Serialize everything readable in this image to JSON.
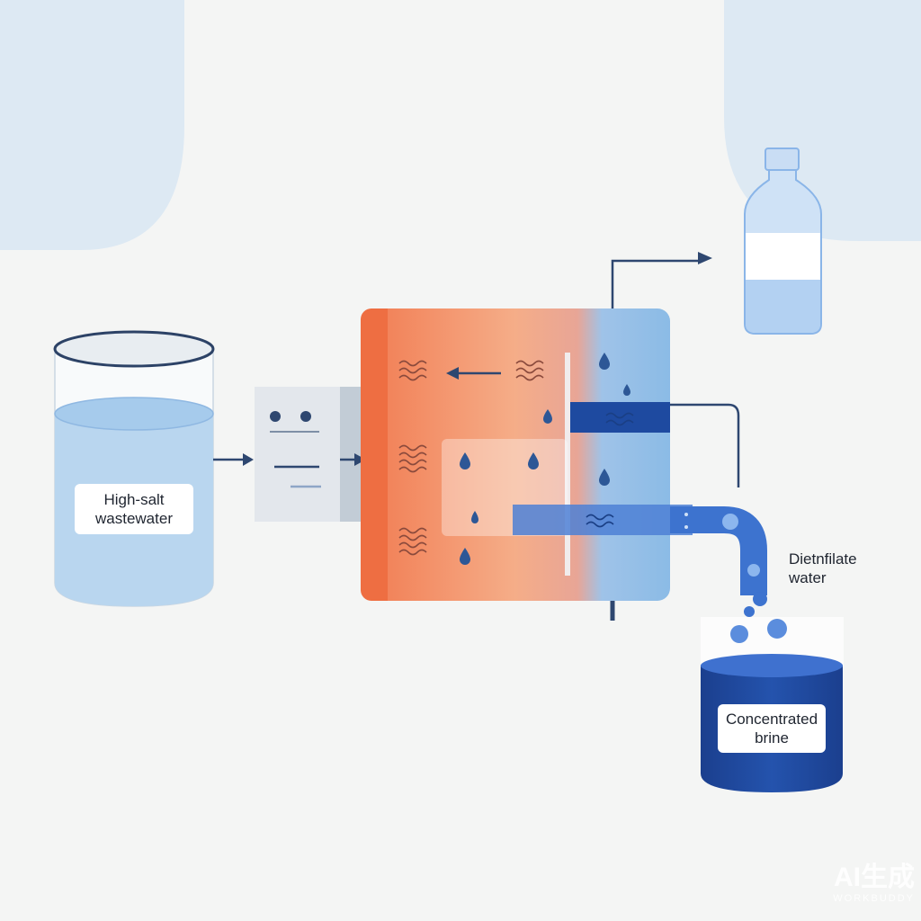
{
  "labels": {
    "high_salt_line1": "High-salt",
    "high_salt_line2": "wastewater",
    "distillate_line1": "Dietnfilate",
    "distillate_line2": "water",
    "brine_line1": "Concentrated",
    "brine_line2": "brine"
  },
  "watermark": {
    "line1": "AI生成",
    "line2": "WORKBUDDY"
  },
  "icons": [
    "wave-icon",
    "droplet-icon",
    "bottle-icon",
    "arrow-right-icon",
    "arrow-left-icon",
    "face-icon"
  ],
  "colors": {
    "background": "#f4f5f4",
    "corner_blob": "#dde9f3",
    "water_light": "#b9d6ef",
    "heat_orange": "#f07850",
    "cool_blue": "#88b9e6",
    "brine_navy": "#1e4aa0",
    "line_dark": "#2e4770",
    "droplet": "#2d5796"
  }
}
